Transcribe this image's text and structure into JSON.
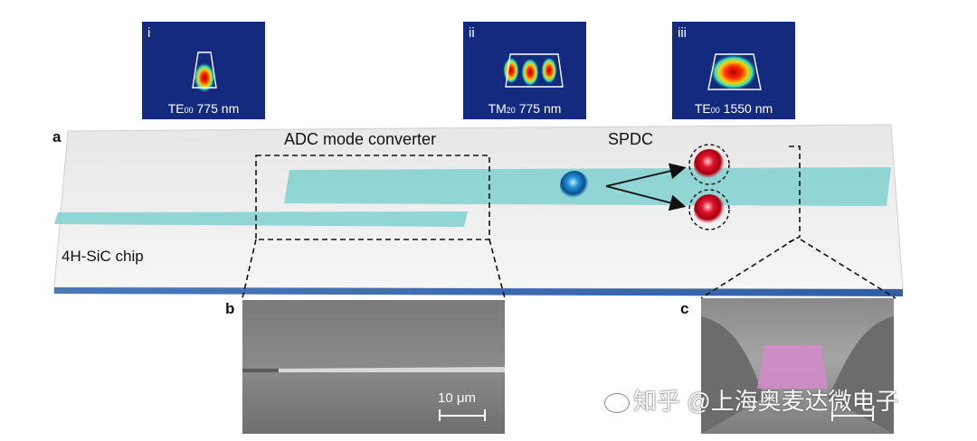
{
  "insets": [
    {
      "roman": "i",
      "mode": "TE",
      "order": "00",
      "wavelength": "775 nm"
    },
    {
      "roman": "ii",
      "mode": "TM",
      "order": "20",
      "wavelength": "775 nm"
    },
    {
      "roman": "iii",
      "mode": "TE",
      "order": "00",
      "wavelength": "1550 nm"
    }
  ],
  "panels": {
    "a": "a",
    "b": "b",
    "c": "c"
  },
  "labels": {
    "adc": "ADC mode converter",
    "spdc": "SPDC",
    "chip": "4H-SiC chip",
    "scale_b": "10 μm"
  },
  "watermark": "知乎 @上海奥麦达微电子",
  "colors": {
    "inset_bg": "#132a7e",
    "waveguide": "#86d3d2",
    "chip_top": "#eeeeee",
    "chip_edge": "#3d6cb3",
    "pump_photon": "#1e8fd6",
    "signal_photon": "#e0142a"
  }
}
